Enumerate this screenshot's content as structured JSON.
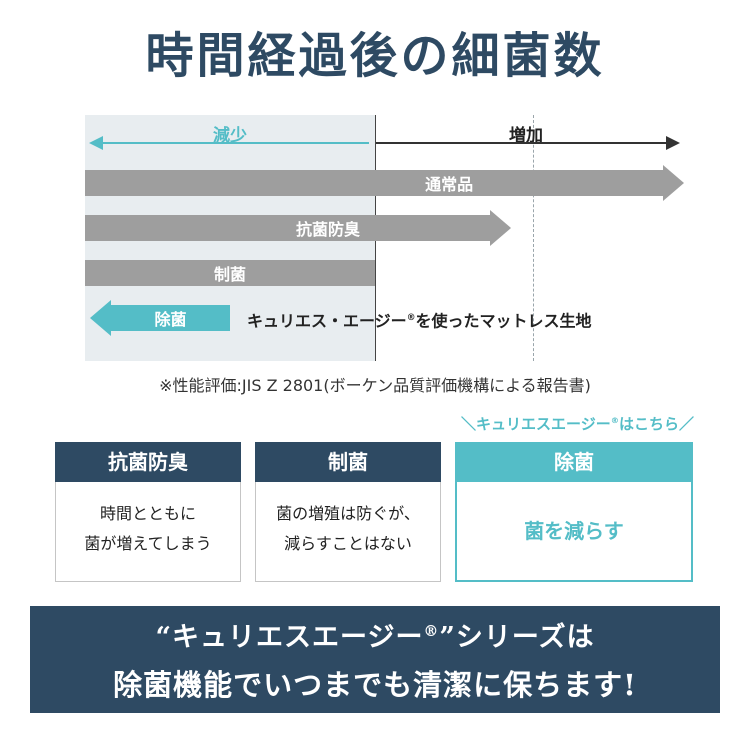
{
  "title": "時間経過後の細菌数",
  "diagram": {
    "decrease_label": "減少",
    "increase_label": "増加",
    "bars": {
      "regular": "通常品",
      "antibacterial_deodorant": "抗菌防臭",
      "bacteriostatic": "制菌",
      "sterilizing": "除菌"
    },
    "sterilizing_note": {
      "brand": "キュリエス・エージー",
      "reg_mark": "®",
      "suffix": "を使ったマットレス生地"
    },
    "footnote": "※性能評価:JIS Z 2801(ボーケン品質評価機構による報告書)"
  },
  "callout": {
    "prefix": "＼キュリエスエージー",
    "reg_mark": "®",
    "suffix": "はこちら／"
  },
  "cards": [
    {
      "header": "抗菌防臭",
      "line1": "時間とともに",
      "line2": "菌が増えてしまう"
    },
    {
      "header": "制菌",
      "line1": "菌の増殖は防ぐが、",
      "line2": "減らすことはない"
    },
    {
      "header": "除菌",
      "line1": "菌を減らす",
      "line2": ""
    }
  ],
  "banner": {
    "line1_prefix": "“キュリエスエージー",
    "reg_mark": "®",
    "line1_suffix": "”シリーズは",
    "line2": "除菌機能でいつまでも清潔に保ちます!"
  },
  "colors": {
    "navy": "#2e4a63",
    "teal": "#54bdc7",
    "arrow_gray": "#9e9e9e",
    "shade_background": "#e8edf0"
  }
}
